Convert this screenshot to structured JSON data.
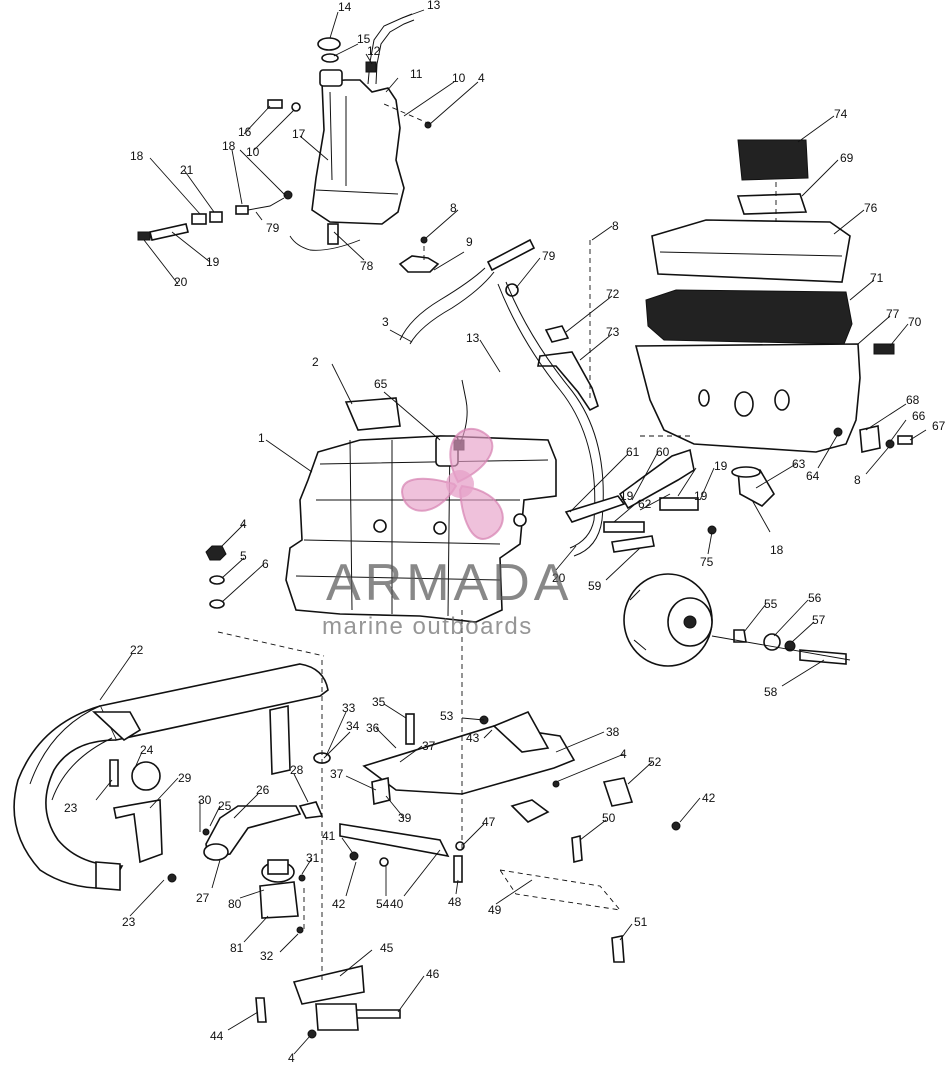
{
  "watermark": {
    "brand": "ARMADA",
    "tagline": "marine outboards",
    "logo_color": "#e6a0c8"
  },
  "callouts": {
    "c1": "1",
    "c2": "2",
    "c3": "3",
    "c4a": "4",
    "c4b": "4",
    "c4c": "4",
    "c4d": "4",
    "c5": "5",
    "c6": "6",
    "c8a": "8",
    "c8b": "8",
    "c8c": "8",
    "c9": "9",
    "c10a": "10",
    "c10b": "10",
    "c11": "11",
    "c12": "12",
    "c13a": "13",
    "c13b": "13",
    "c14": "14",
    "c15": "15",
    "c16": "16",
    "c17": "17",
    "c18a": "18",
    "c18b": "18",
    "c18c": "18",
    "c19a": "19",
    "c19b": "19",
    "c19c": "19",
    "c19d": "19",
    "c20a": "20",
    "c20b": "20",
    "c21": "21",
    "c22": "22",
    "c23a": "23",
    "c23b": "23",
    "c24": "24",
    "c25": "25",
    "c26": "26",
    "c27": "27",
    "c28": "28",
    "c29": "29",
    "c30": "30",
    "c31": "31",
    "c32": "32",
    "c33": "33",
    "c34": "34",
    "c35": "35",
    "c36": "36",
    "c37a": "37",
    "c37b": "37",
    "c38": "38",
    "c39": "39",
    "c40": "40",
    "c41": "41",
    "c42a": "42",
    "c42b": "42",
    "c43": "43",
    "c44": "44",
    "c45": "45",
    "c46": "46",
    "c47": "47",
    "c48": "48",
    "c49": "49",
    "c50": "50",
    "c51": "51",
    "c52": "52",
    "c53": "53",
    "c54": "54",
    "c55": "55",
    "c56": "56",
    "c57": "57",
    "c58": "58",
    "c59": "59",
    "c60": "60",
    "c61": "61",
    "c62": "62",
    "c63": "63",
    "c64": "64",
    "c65": "65",
    "c66": "66",
    "c67": "67",
    "c68": "68",
    "c69": "69",
    "c70": "70",
    "c71": "71",
    "c72": "72",
    "c73": "73",
    "c74": "74",
    "c75": "75",
    "c76": "76",
    "c77": "77",
    "c78": "78",
    "c79": "79",
    "c80": "80",
    "c81": "81"
  }
}
